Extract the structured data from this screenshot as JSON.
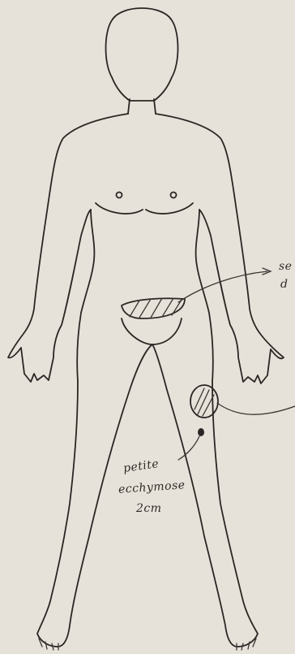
{
  "annotations": {
    "abdomen_label_line1": "se",
    "abdomen_label_line2": "d",
    "thigh_note_line1": "petite",
    "thigh_note_line2": "ecchymose",
    "thigh_note_line3": "2cm"
  }
}
